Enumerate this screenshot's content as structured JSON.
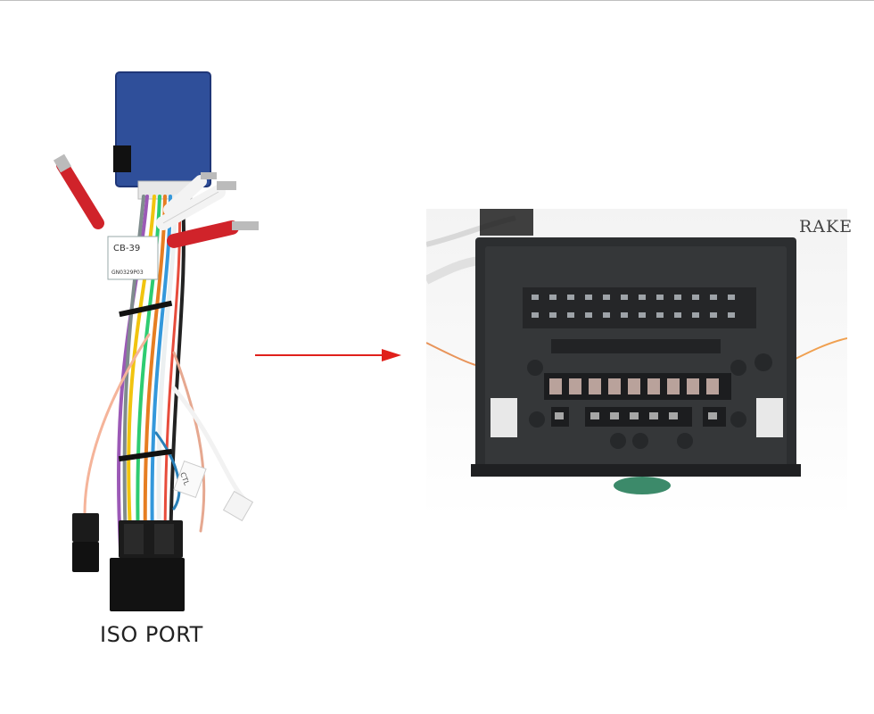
{
  "caption": {
    "text": "ISO PORT"
  },
  "harness": {
    "module_label_line1": "CB-39",
    "module_label_line2": "GN0329P03",
    "tag_ctl": "CTL"
  },
  "connector": {
    "brake_label": "RAKE"
  },
  "colors": {
    "arrow": "#e0201b",
    "connector_body": "#2c2e30",
    "module_blue": "#2f4f9a"
  }
}
